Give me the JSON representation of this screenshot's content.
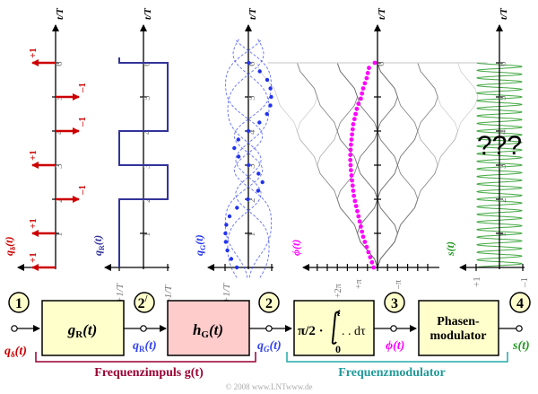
{
  "colors": {
    "q_delta": "#cc0000",
    "q_R": "#333399",
    "q_G": "#2233ee",
    "phi": "#ff00ff",
    "s": "#229922",
    "trellis": "#000000",
    "frequenzimpuls": "#990033",
    "frequenzmodulator": "#22aaaa",
    "block_yellow": "#ffffcc",
    "block_pink": "#ffcccc",
    "node_fill": "#ffffcc"
  },
  "axes": {
    "time_label": "t/T",
    "time_ticks": [
      "1",
      "2",
      "3",
      "4",
      "5",
      "6"
    ]
  },
  "panels": {
    "q_delta": {
      "label": "q",
      "label_sub": "δ",
      "label_arg": "(t)",
      "symbols": [
        1,
        1,
        -1,
        1,
        -1,
        -1,
        1
      ],
      "pos_label": "+1",
      "neg_label": "–1"
    },
    "q_R": {
      "label": "q",
      "label_sub": "R",
      "label_arg": "(t)",
      "tick_left": "+1/T",
      "tick_right": "–1/T"
    },
    "q_G": {
      "label": "q",
      "label_sub": "G",
      "label_arg": "(t)",
      "tick_left": "+1/T",
      "tick_right": "–1/T"
    },
    "phi": {
      "label": "ϕ(t)",
      "tick_2pi": "+2π",
      "tick_pi": "+π",
      "tick_mpi": "–π"
    },
    "s": {
      "label": "s(t)",
      "tick_left": "+1",
      "tick_right": "–1",
      "overlay": "???"
    }
  },
  "nodes": {
    "n1": "1",
    "n2p": "2",
    "n2p_prime": "/",
    "n2": "2",
    "n3": "3",
    "n4": "4"
  },
  "blocks": {
    "gR": {
      "main": "g",
      "sub": "R",
      "arg": "(t)"
    },
    "hG": {
      "main": "h",
      "sub": "G",
      "arg": "(t)"
    },
    "integrator": {
      "prefix": "π/2 ·",
      "upper": "t",
      "lower": "0",
      "body": ". . dτ"
    },
    "phase_mod": {
      "line1": "Phasen-",
      "line2": "modulator"
    }
  },
  "signals": {
    "q_delta": {
      "main": "q",
      "sub": "δ",
      "arg": "(t)"
    },
    "q_R": {
      "main": "q",
      "sub": "R",
      "arg": "(t)"
    },
    "q_G": {
      "main": "q",
      "sub": "G",
      "arg": "(t)"
    },
    "phi": "ϕ(t)",
    "s": "s(t)"
  },
  "brackets": {
    "frequenzimpuls": "Frequenzimpuls g(t)",
    "frequenzmodulator": "Frequenzmodulator"
  },
  "copyright": "© 2008 www.LNTwww.de"
}
